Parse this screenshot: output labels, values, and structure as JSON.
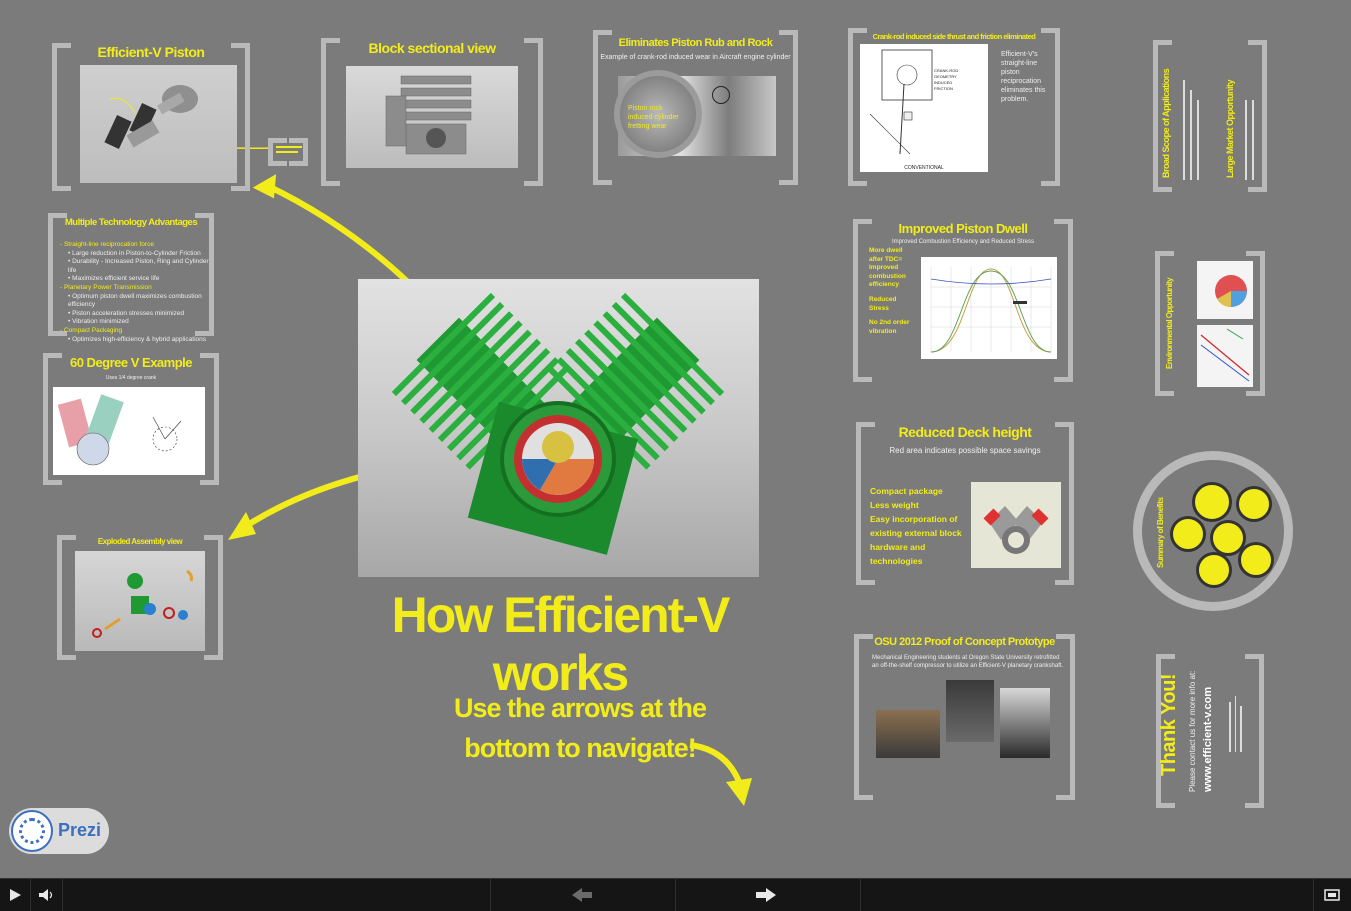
{
  "main": {
    "title": "How Efficient-V works",
    "nav_hint_line1": "Use the arrows at the",
    "nav_hint_line2": "bottom to navigate!"
  },
  "frames": {
    "piston": {
      "title": "Efficient-V Piston"
    },
    "block": {
      "title": "Block sectional view"
    },
    "rub": {
      "title": "Eliminates Piston Rub and Rock",
      "subtitle": "Example of crank-rod induced wear in Aircraft engine cylinder",
      "overlay": "Piston rock induced cylinder fretting wear"
    },
    "thrust": {
      "title": "Crank-rod induced side thrust and friction eliminated",
      "note": "Efficient-V's straight-line piston reciprocation eliminates this problem.",
      "caption": "CONVENTIONAL"
    },
    "advantages": {
      "title": "Multiple Technology Advantages",
      "items": [
        {
          "text": "- Straight-line reciprocation force",
          "head": true
        },
        {
          "text": "• Large reduction in Piston-to-Cylinder Friction",
          "head": false
        },
        {
          "text": "• Durability - Increased Piston, Ring and Cylinder life",
          "head": false
        },
        {
          "text": "• Maximizes efficient service life",
          "head": false
        },
        {
          "text": "- Planetary Power Transmission",
          "head": true
        },
        {
          "text": "• Optimum piston dwell maximizes combustion efficiency",
          "head": false
        },
        {
          "text": "• Piston acceleration stresses minimized",
          "head": false
        },
        {
          "text": "• Vibration minimized",
          "head": false
        },
        {
          "text": "- Compact Packaging",
          "head": true
        },
        {
          "text": "• Optimizes high-efficiency & hybrid applications",
          "head": false
        }
      ]
    },
    "v60": {
      "title": "60 Degree V Example",
      "subtitle": "Uses 1/4 degree crank"
    },
    "exploded": {
      "title": "Exploded Assembly view"
    },
    "dwell": {
      "title": "Improved Piston Dwell",
      "subtitle": "Improved Combustion Efficiency and Reduced Stress",
      "bullets": [
        "More dwell after TDC= Improved combustion efficiency",
        "Reduced Stress",
        "No 2nd order vibration"
      ]
    },
    "deck": {
      "title": "Reduced Deck height",
      "subtitle": "Red area indicates possible space savings",
      "bullets": [
        "Compact package",
        "Less weight",
        "Easy incorporation of existing external block hardware and technologies"
      ]
    },
    "osu": {
      "title": "OSU 2012 Proof of Concept Prototype",
      "subtitle": "Mechanical Engineering students at Oregon State University retrofitted an off-the-shelf compressor to utilize an Efficient-V planetary crankshaft."
    },
    "scope": {
      "title1": "Broad Scope of Applications",
      "title2": "Large Market Opportunity"
    },
    "env": {
      "title": "Environmental Opportunity"
    },
    "summary": {
      "title": "Summary of Benefits"
    },
    "thanks": {
      "title": "Thank You!",
      "line1": "Please contact us for more info at:",
      "url": "www.efficient-v.com"
    }
  },
  "logo": {
    "text": "Prezi"
  },
  "colors": {
    "accent": "#f2ec1a",
    "background": "#7b7b7b",
    "frame": "#b9b9b9",
    "engine": "#1f9a33"
  },
  "toolbar": {
    "play_icon": "play-icon",
    "volume_icon": "volume-icon",
    "prev_icon": "arrow-left-icon",
    "next_icon": "arrow-right-icon",
    "fullscreen_icon": "fullscreen-icon"
  }
}
